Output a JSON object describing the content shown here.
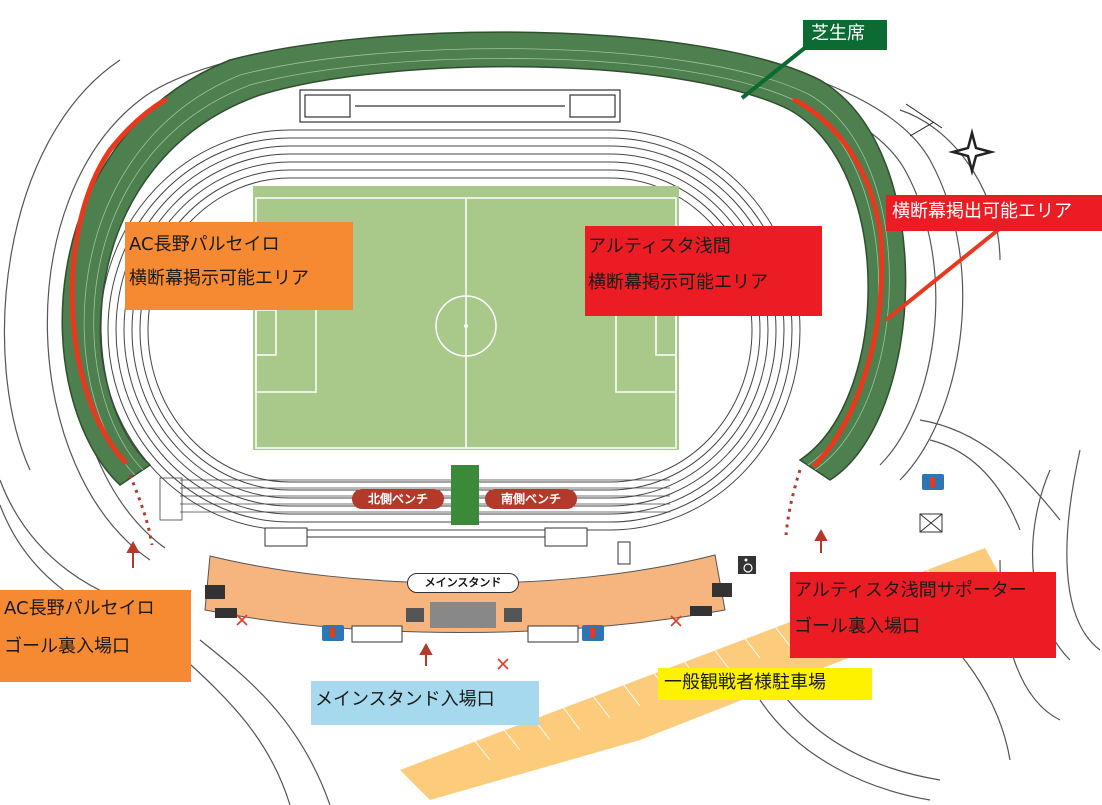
{
  "labels": {
    "turf_seats": "芝生席",
    "banner_area": "横断幕掲出可能エリア",
    "ac_nagano_area": {
      "line1": "AC長野パルセイロ",
      "line2": "横断幕掲示可能エリア"
    },
    "altista_area": {
      "line1": "アルティスタ浅間",
      "line2": "横断幕掲示可能エリア"
    },
    "ac_nagano_gate": {
      "line1": "AC長野パルセイロ",
      "line2": "ゴール裏入場口"
    },
    "altista_gate": {
      "line1": "アルティスタ浅間サポーター",
      "line2": "ゴール裏入場口"
    },
    "main_stand_gate": "メインスタンド入場口",
    "parking": "一般観戦者様駐車場",
    "main_stand": "メインスタンド",
    "north_bench": "北側ベンチ",
    "south_bench": "南側ベンチ"
  },
  "icons": {
    "restroom": "restroom-icon",
    "wheelchair": "wheelchair-icon",
    "compass": "compass-icon",
    "entrance": "entrance-arrow-icon",
    "closed": "closed-x-icon"
  },
  "colors": {
    "pitch": "#a8c98a",
    "seats": "#4e7f4e",
    "banner": "#e8391f",
    "main_stand": "#f6b47e",
    "parking": "#fbc264",
    "ac_nagano": "#f58a32",
    "altista": "#ec1c24",
    "gate_blue": "#a6d9ee",
    "turf_label": "#0b6b33"
  }
}
